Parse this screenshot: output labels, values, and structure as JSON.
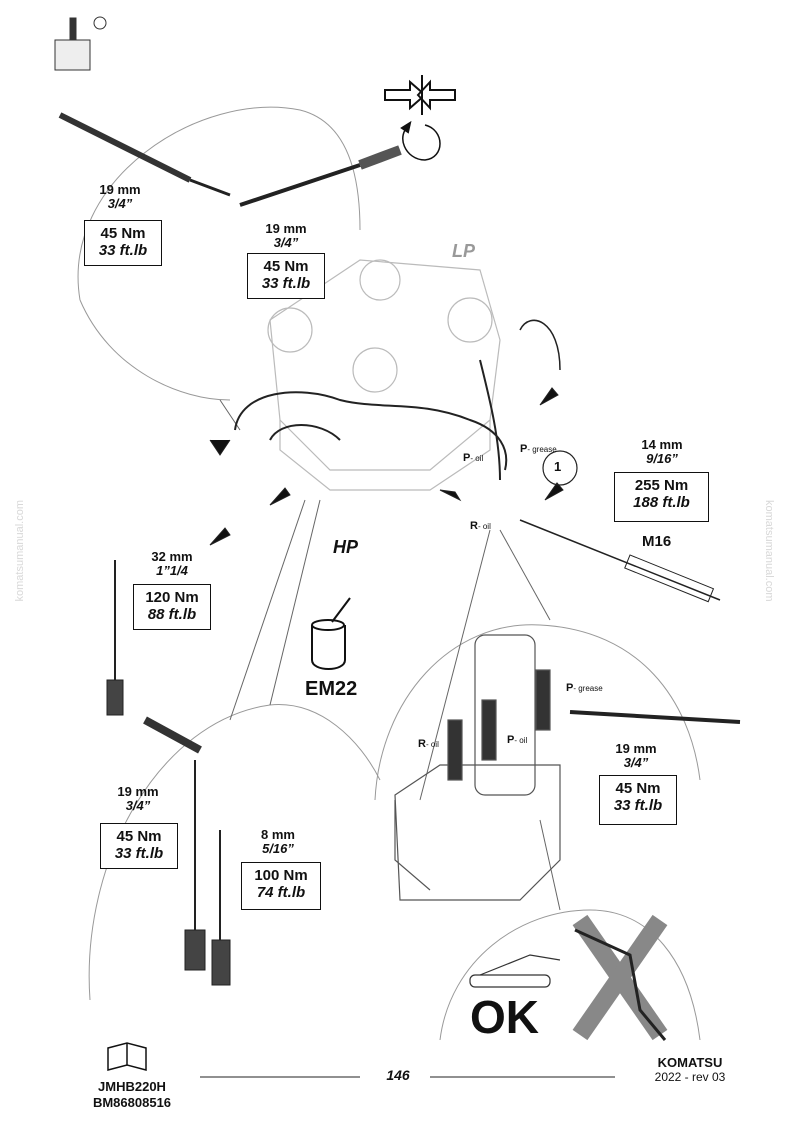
{
  "labels": {
    "lp": "LP",
    "hp": "HP",
    "em22": "EM22",
    "m16": "M16",
    "ok": "OK",
    "callout_number": "1",
    "r_oil_main": {
      "letter": "R",
      "sub": "- oil"
    },
    "p_oil_main": {
      "letter": "P",
      "sub": "- oil"
    },
    "p_grease_main": {
      "letter": "P",
      "sub": "- grease"
    },
    "r_oil_detail": {
      "letter": "R",
      "sub": "- oil"
    },
    "p_oil_detail": {
      "letter": "P",
      "sub": "- oil"
    },
    "p_grease_detail": {
      "letter": "P",
      "sub": "- grease"
    }
  },
  "specs": {
    "top_left": {
      "size": "19 mm",
      "inch": "3/4”",
      "nm": "45 Nm",
      "ft": "33 ft.lb"
    },
    "top_mid": {
      "size": "19 mm",
      "inch": "3/4”",
      "nm": "45 Nm",
      "ft": "33 ft.lb"
    },
    "right_bolt": {
      "size": "14 mm",
      "inch": "9/16”",
      "nm": "255 Nm",
      "ft": "188 ft.lb"
    },
    "left_fitting": {
      "size": "32 mm",
      "inch": "1”1/4",
      "nm": "120 Nm",
      "ft": "88 ft.lb"
    },
    "right_detail": {
      "size": "19 mm",
      "inch": "3/4”",
      "nm": "45 Nm",
      "ft": "33 ft.lb"
    },
    "bottom_left": {
      "size": "19 mm",
      "inch": "3/4”",
      "nm": "45 Nm",
      "ft": "33 ft.lb"
    },
    "bottom_mid": {
      "size": "8 mm",
      "inch": "5/16”",
      "nm": "100 Nm",
      "ft": "74 ft.lb"
    }
  },
  "footer": {
    "model": "JMHB220H",
    "code": "BM86808516",
    "page": "146",
    "brand": "KOMATSU",
    "revision": "2022 -  rev 03"
  },
  "watermark": "komatsumanual.com"
}
